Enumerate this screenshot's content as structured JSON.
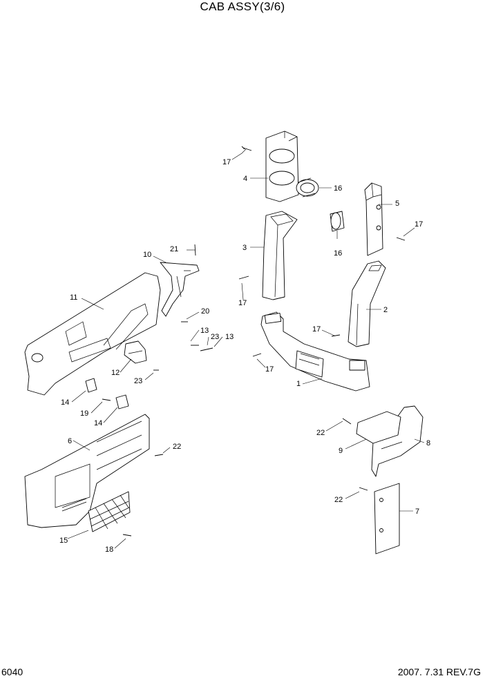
{
  "header": {
    "title": "CAB ASSY(3/6)"
  },
  "footer": {
    "page_number": "6040",
    "revision": "2007. 7.31  REV.7G"
  },
  "callouts": [
    {
      "id": "c17a",
      "text": "17"
    },
    {
      "id": "c4",
      "text": "4"
    },
    {
      "id": "c16a",
      "text": "16"
    },
    {
      "id": "c5",
      "text": "5"
    },
    {
      "id": "c17b",
      "text": "17"
    },
    {
      "id": "c16b",
      "text": "16"
    },
    {
      "id": "c3",
      "text": "3"
    },
    {
      "id": "c17c",
      "text": "17"
    },
    {
      "id": "c21",
      "text": "21"
    },
    {
      "id": "c10",
      "text": "10"
    },
    {
      "id": "c11",
      "text": "11"
    },
    {
      "id": "c20",
      "text": "20"
    },
    {
      "id": "c2",
      "text": "2"
    },
    {
      "id": "c17d",
      "text": "17"
    },
    {
      "id": "c13a",
      "text": "13"
    },
    {
      "id": "c23a",
      "text": "23"
    },
    {
      "id": "c13b",
      "text": "13"
    },
    {
      "id": "c17e",
      "text": "17"
    },
    {
      "id": "c1",
      "text": "1"
    },
    {
      "id": "c12",
      "text": "12"
    },
    {
      "id": "c23b",
      "text": "23"
    },
    {
      "id": "c14a",
      "text": "14"
    },
    {
      "id": "c19",
      "text": "19"
    },
    {
      "id": "c14b",
      "text": "14"
    },
    {
      "id": "c6",
      "text": "6"
    },
    {
      "id": "c22a",
      "text": "22"
    },
    {
      "id": "c22b",
      "text": "22"
    },
    {
      "id": "c8",
      "text": "8"
    },
    {
      "id": "c9",
      "text": "9"
    },
    {
      "id": "c22c",
      "text": "22"
    },
    {
      "id": "c7",
      "text": "7"
    },
    {
      "id": "c15",
      "text": "15"
    },
    {
      "id": "c18",
      "text": "18"
    }
  ]
}
